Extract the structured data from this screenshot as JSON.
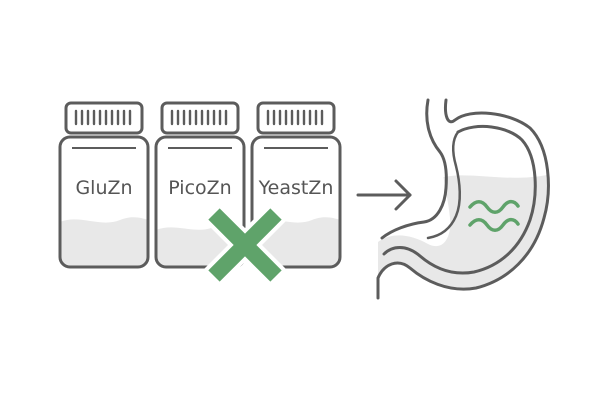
{
  "bottles": [
    {
      "label": "GluZn"
    },
    {
      "label": "PicoZn"
    },
    {
      "label": "YeastZn"
    }
  ],
  "icons": {
    "rejection": "x-mark-icon",
    "direction": "arrow-right-icon",
    "organ": "stomach-icon",
    "contents": "wave-lines-icon"
  },
  "colors": {
    "outline": "#5c5c5c",
    "fill": "#e8e8e8",
    "accent": "#5fa36a"
  }
}
